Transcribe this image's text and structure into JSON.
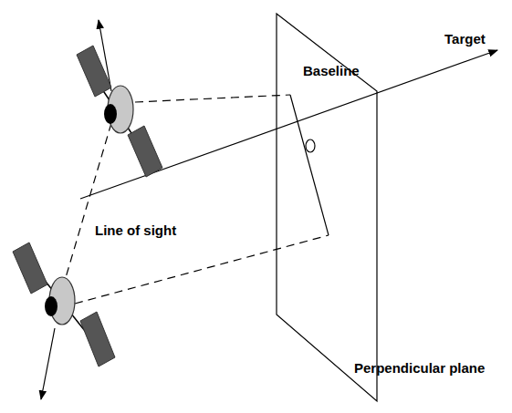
{
  "diagram": {
    "labels": [
      "Baseline",
      "Target",
      "Line of sight",
      "Perpendicular plane"
    ]
  }
}
